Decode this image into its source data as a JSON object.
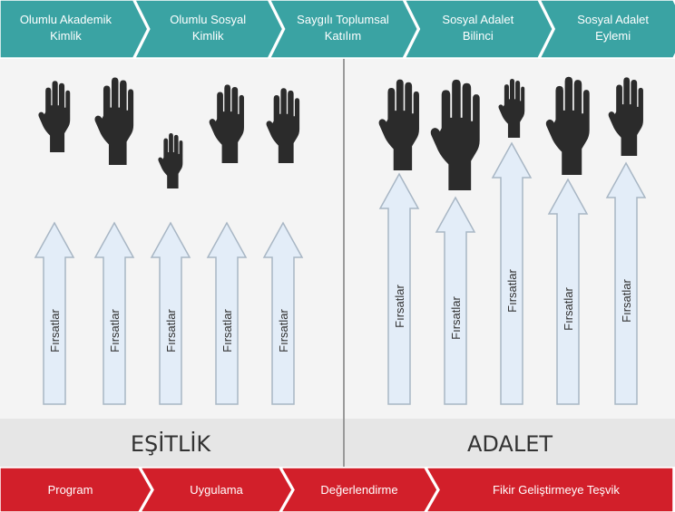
{
  "top_steps": [
    {
      "line1": "Olumlu Akademik",
      "line2": "Kimlik"
    },
    {
      "line1": "Olumlu Sosyal",
      "line2": "Kimlik"
    },
    {
      "line1": "Saygılı Toplumsal",
      "line2": "Katılım"
    },
    {
      "line1": "Sosyal Adalet",
      "line2": "Bilinci"
    },
    {
      "line1": "Sosyal Adalet",
      "line2": "Eylemi"
    }
  ],
  "bottom_steps": [
    "Program",
    "Uygulama",
    "Değerlendirme",
    "Fikir Geliştirmeye Teşvik"
  ],
  "panels": {
    "equality_label": "EŞİTLİK",
    "justice_label": "ADALET"
  },
  "arrow_label": "Fırsatlar",
  "equality_hands": [
    "hand-icon",
    "hand-icon",
    "hand-icon",
    "hand-icon",
    "hand-icon"
  ],
  "justice_hands": [
    "hand-icon",
    "hand-icon",
    "hand-icon",
    "hand-icon",
    "hand-icon"
  ],
  "colors": {
    "top_band": "#3aa3a3",
    "top_band_dark": "#2a8c8c",
    "bottom_band": "#d21f2a",
    "bottom_band_dark": "#b8151f",
    "panel_bg": "#f4f4f4",
    "label_bar": "#e6e6e6",
    "arrow_fill": "#e3edf8",
    "arrow_stroke": "#a8b6c4",
    "hand": "#2b2b2b",
    "divider": "#9a9a9a"
  }
}
